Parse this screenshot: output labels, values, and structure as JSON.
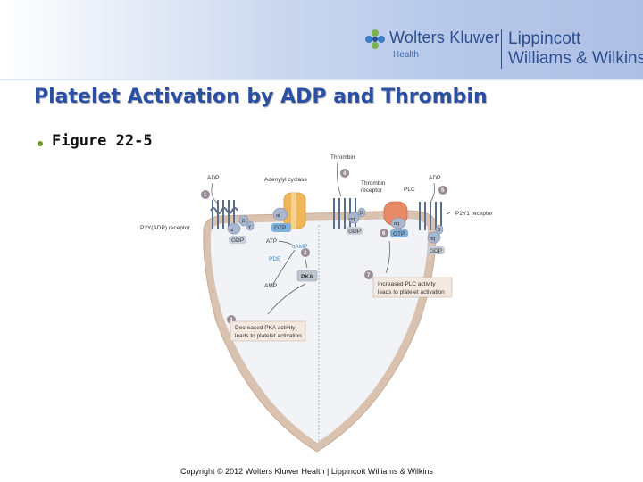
{
  "header": {
    "brand_left": "Wolters Kluwer",
    "brand_sub": "Health",
    "brand_right_line1": "Lippincott",
    "brand_right_line2": "Williams & Wilkins"
  },
  "slide": {
    "title": "Platelet Activation by ADP and Thrombin",
    "bullet": "Figure 22-5"
  },
  "diagram": {
    "labels": {
      "thrombin": "Thrombin",
      "adp_left": "ADP",
      "adp_right": "ADP",
      "adenylyl_cyclase": "Adenylyl cyclase",
      "thrombin_receptor_1": "Thrombin",
      "thrombin_receptor_2": "receptor",
      "plc": "PLC",
      "p2y_adp_receptor": "P2Y(ADP) receptor",
      "p2y1_receptor": "P2Y1 receptor",
      "gtp_left": "GTP",
      "gdp_left": "GDP",
      "atp": "ATP",
      "camp": "cAMP",
      "pde": "PDE",
      "amp": "AMP",
      "pka": "PKA",
      "gdp_mid": "GDP",
      "gtp_right": "GTP",
      "gdp_right": "GDP",
      "box_pka_1": "Decreased PKA activity",
      "box_pka_2": "leads to platelet activation",
      "box_plc_1": "Increased PLC activity",
      "box_plc_2": "leads to platelet activation",
      "alpha_i": "αi",
      "alpha_q": "αq",
      "beta": "β",
      "gamma": "γ"
    },
    "steps": [
      "1",
      "2",
      "3",
      "4",
      "5",
      "6",
      "7"
    ],
    "colors": {
      "membrane": "#d9c2b0",
      "cytoplasm": "#f1f3f7",
      "step_marker": "#9a8d96",
      "receptor": "#5b6f8a",
      "cyclase": "#f0b65a",
      "plc": "#e98a66",
      "g_protein": "#a9b8cf",
      "gtp_fill": "#7fb0d9",
      "label_box": "#f4e9e1"
    }
  },
  "footer": {
    "copyright": "Copyright © 2012 Wolters Kluwer Health | Lippincott Williams & Wilkins"
  }
}
